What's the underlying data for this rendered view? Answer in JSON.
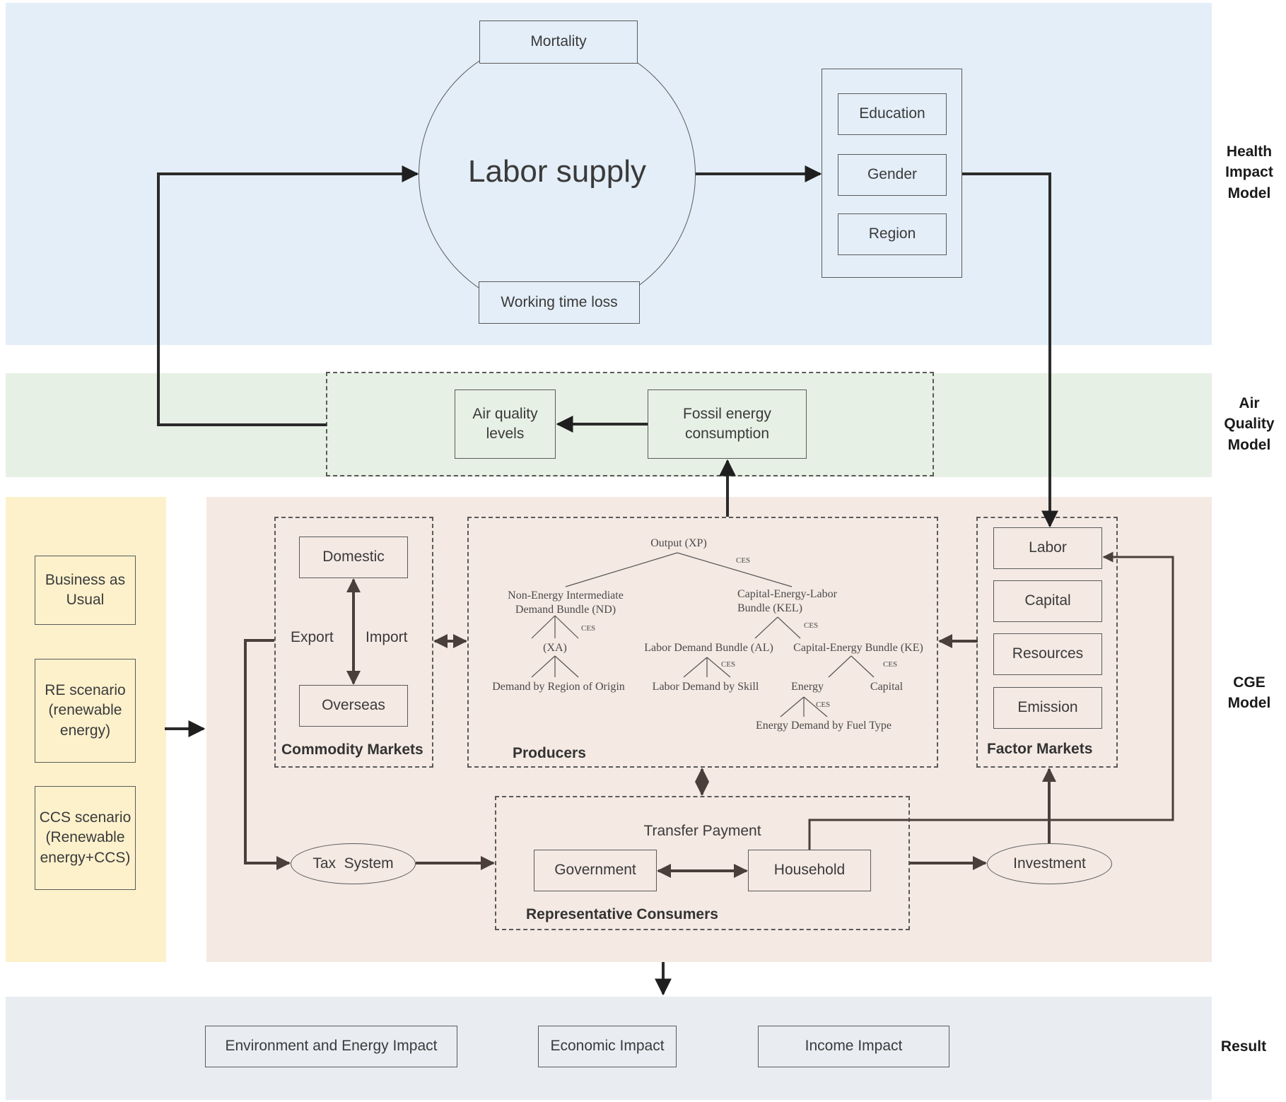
{
  "bands": {
    "health": {
      "label": "Health\nImpact\nModel",
      "color": "#e4eef8"
    },
    "air": {
      "label": "Air\nQuality\nModel",
      "color": "#e7f0e4"
    },
    "cge": {
      "label": "CGE\nModel",
      "color": "#f4e9e3"
    },
    "scenario": {
      "color": "#fdf1cc"
    },
    "result": {
      "label": "Result",
      "color": "#e9edf2"
    }
  },
  "health": {
    "labor_supply": "Labor supply",
    "mortality": "Mortality",
    "working_time_loss": "Working time loss",
    "education": "Education",
    "gender": "Gender",
    "region": "Region"
  },
  "air": {
    "air_quality": "Air quality\nlevels",
    "fossil_energy": "Fossil energy\nconsumption"
  },
  "scenarios": [
    "Business as\nUsual",
    "RE scenario\n(renewable\nenergy)",
    "CCS scenario\n(Renewable\nenergy+CCS)"
  ],
  "commodity": {
    "title": "Commodity Markets",
    "domestic": "Domestic",
    "overseas": "Overseas",
    "export": "Export",
    "import": "Import"
  },
  "producers": {
    "title": "Producers",
    "output": "Output (XP)",
    "nd": "Non-Energy Intermediate\nDemand Bundle (ND)",
    "kel": "Capital-Energy-Labor\nBundle (KEL)",
    "xa": "(XA)",
    "region_origin": "Demand by Region of Origin",
    "al": "Labor Demand Bundle (AL)",
    "ke": "Capital-Energy Bundle (KE)",
    "skill": "Labor Demand by Skill",
    "energy": "Energy",
    "capital": "Capital",
    "fuel": "Energy Demand by Fuel Type",
    "ces": "CES"
  },
  "factor": {
    "title": "Factor Markets",
    "labor": "Labor",
    "capital": "Capital",
    "resources": "Resources",
    "emission": "Emission"
  },
  "consumers": {
    "title": "Representative Consumers",
    "transfer": "Transfer Payment",
    "government": "Government",
    "household": "Household"
  },
  "tax": "Tax  System",
  "investment": "Investment",
  "results": {
    "env": "Environment and Energy Impact",
    "econ": "Economic Impact",
    "income": "Income Impact"
  }
}
